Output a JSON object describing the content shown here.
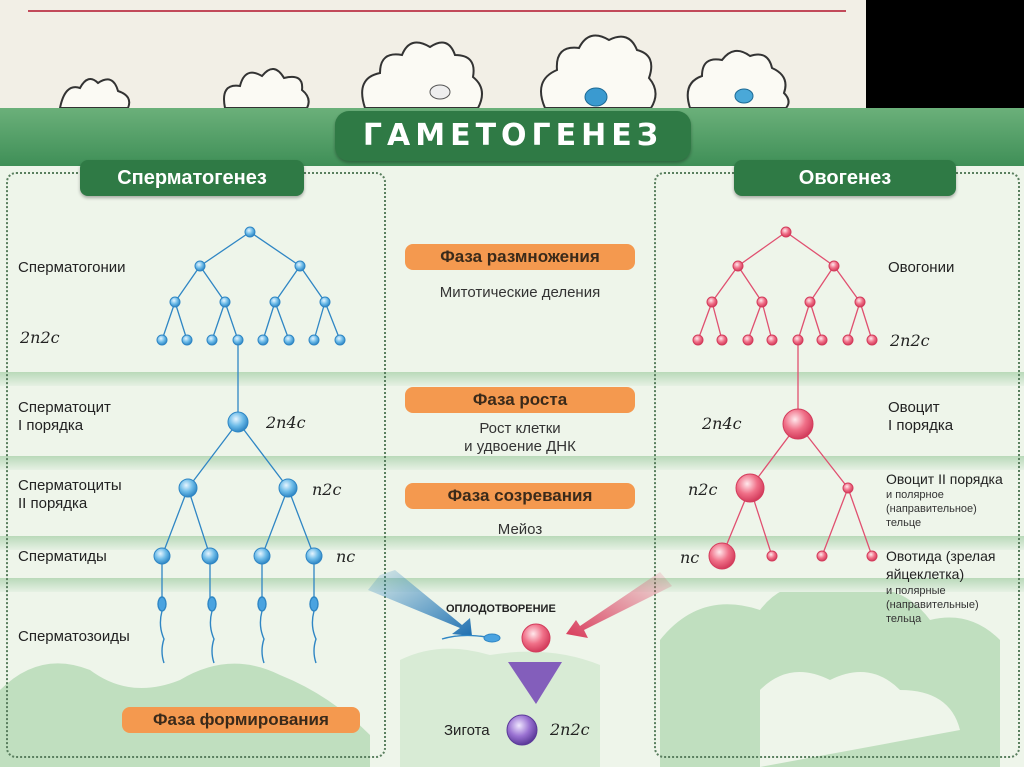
{
  "title": "ГАМЕТОГЕНЕЗ",
  "colors": {
    "male": "#4aa3e0",
    "female": "#ee5d77",
    "zygote": "#8a5fc4",
    "header": "#2f7a45",
    "phase": "#f4994f"
  },
  "spermatogenesis": {
    "header": "Сперматогенез",
    "spermatogonia": "Сперматогонии",
    "ploidy1": "2n2c",
    "spermatocyte1_l1": "Сперматоцит",
    "spermatocyte1_l2": "I порядка",
    "ploidy2": "2n4c",
    "spermatocytes2_l1": "Сперматоциты",
    "spermatocytes2_l2": "II порядка",
    "ploidy3": "n2c",
    "spermatids": "Сперматиды",
    "ploidy4": "nc",
    "spermatozoa": "Сперматозоиды"
  },
  "phases": {
    "reproduction": "Фаза размножения",
    "reproduction_desc": "Митотические деления",
    "growth": "Фаза роста",
    "growth_desc_l1": "Рост клетки",
    "growth_desc_l2": "и удвоение ДНК",
    "maturation": "Фаза созревания",
    "maturation_desc": "Мейоз",
    "formation": "Фаза формирования"
  },
  "fertilization": {
    "label": "ОПЛОДОТВОРЕНИЕ",
    "zygote": "Зигота",
    "zygote_ploidy": "2n2c"
  },
  "oogenesis": {
    "header": "Овогенез",
    "oogonia": "Овогонии",
    "ploidy1": "2n2c",
    "oocyte1_l1": "Овоцит",
    "oocyte1_l2": "I порядка",
    "ploidy2": "2n4c",
    "oocyte2": "Овоцит II порядка",
    "polar1_l1": "и полярное",
    "polar1_l2": "(направительное)",
    "polar1_l3": "тельце",
    "ploidy3": "n2c",
    "ootid_l1": "Овотида (зрелая",
    "ootid_l2": "яйцеклетка)",
    "polar2_l1": "и полярные",
    "polar2_l2": "(направительные)",
    "polar2_l3": "тельца",
    "ploidy4": "nc"
  }
}
